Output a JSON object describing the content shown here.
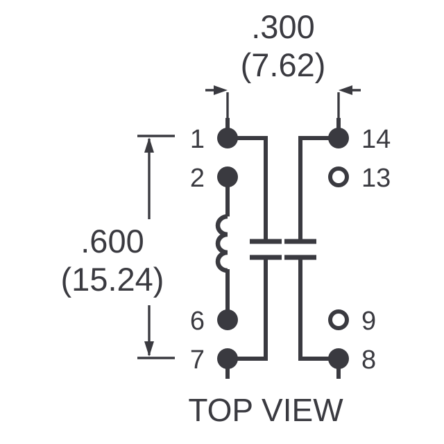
{
  "diagram": {
    "caption": "TOP VIEW",
    "background_color": "#ffffff",
    "ink_color": "#3a3a40",
    "dimensions": {
      "horizontal": {
        "inches": ".300",
        "millimeters": "(7.62)",
        "orientation": "horizontal",
        "position": "top"
      },
      "vertical": {
        "inches": ".600",
        "millimeters": "(15.24)",
        "orientation": "vertical",
        "position": "left"
      }
    },
    "pins": [
      {
        "number": "1",
        "side": "left",
        "style": "filled",
        "label_align": "left"
      },
      {
        "number": "2",
        "side": "left",
        "style": "filled",
        "label_align": "left"
      },
      {
        "number": "6",
        "side": "left",
        "style": "filled",
        "label_align": "left"
      },
      {
        "number": "7",
        "side": "left",
        "style": "filled",
        "label_align": "left"
      },
      {
        "number": "14",
        "side": "right",
        "style": "filled",
        "label_align": "right"
      },
      {
        "number": "13",
        "side": "right",
        "style": "hollow",
        "label_align": "right"
      },
      {
        "number": "9",
        "side": "right",
        "style": "hollow",
        "label_align": "right"
      },
      {
        "number": "8",
        "side": "right",
        "style": "filled",
        "label_align": "right"
      }
    ],
    "symbols": [
      {
        "type": "coil",
        "name": "inductor-coil",
        "between_pins": "2-6",
        "loops": 3
      },
      {
        "type": "capacitor",
        "name": "capacitor-left",
        "between_pins": "1-7",
        "plates": 2
      },
      {
        "type": "capacitor",
        "name": "capacitor-right",
        "between_pins": "14-8",
        "plates": 2
      }
    ]
  }
}
